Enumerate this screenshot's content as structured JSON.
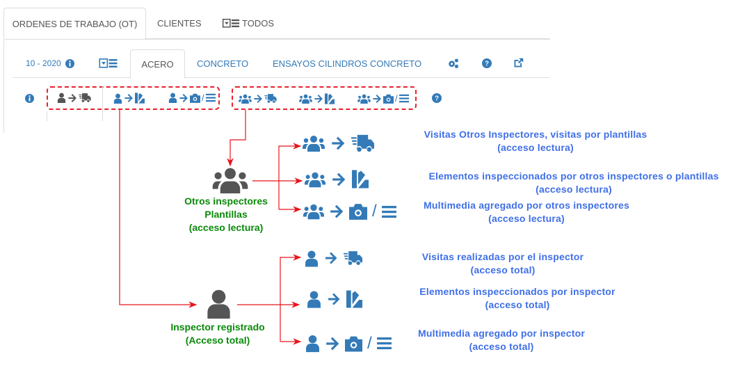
{
  "top_tabs": {
    "ot": "ORDENES DE TRABAJO (OT)",
    "clientes": "CLIENTES",
    "todos": "TODOS"
  },
  "sub_tabs": {
    "period": "10 - 2020",
    "acero": "ACERO",
    "concreto": "CONCRETO",
    "ensayos": "ENSAYOS CILINDROS CONCRETO"
  },
  "separator": "/",
  "diagram": {
    "group": {
      "line1": "Otros inspectores",
      "line2": "Plantillas",
      "line3": "(acceso lectura)"
    },
    "single": {
      "line1": "Inspector registrado",
      "line2": "(Acceso total)"
    },
    "descriptions": [
      {
        "title": "Visitas Otros Inspectores, visitas por plantillas",
        "access": "(acceso lectura)"
      },
      {
        "title": "Elementos inspeccionados por otros inspectores o plantillas",
        "access": "(acceso lectura)"
      },
      {
        "title": "Multimedia agregado por otros inspectores",
        "access": "(acceso lectura)"
      },
      {
        "title": "Visitas realizadas por el inspector",
        "access": "(acceso total)"
      },
      {
        "title": "Elementos inspeccionados por inspector",
        "access": "(acceso total)"
      },
      {
        "title": "Multimedia agregado por inspector",
        "access": "(acceso total)"
      }
    ]
  },
  "colors": {
    "icon_blue": "#337ab7",
    "icon_dark": "#555555",
    "dashed_red": "#e8202a",
    "label_blue": "#3f6fe8",
    "label_green": "#0a8a0a"
  }
}
